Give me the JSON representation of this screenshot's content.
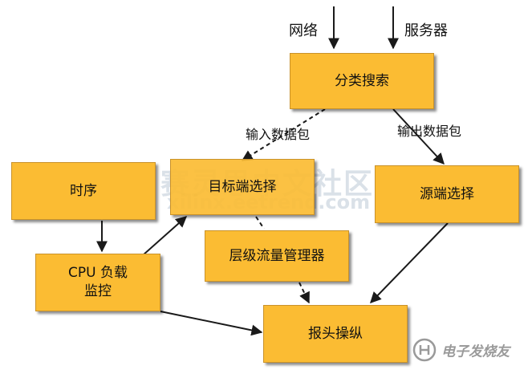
{
  "inputs": {
    "network": "网络",
    "server": "服务器"
  },
  "nodes": {
    "classify": "分类搜索",
    "timing": "时序",
    "target": "目标端选择",
    "source": "源端选择",
    "cpu_line1": "CPU 负载",
    "cpu_line2": "监控",
    "layer": "层级流量管理器",
    "header": "报头操纵"
  },
  "edge_labels": {
    "input_packet": "输入数据包",
    "output_packet": "输出数据包"
  },
  "watermarks": {
    "center_cn": "赛灵思中文社区",
    "center_url": "xilinx.eetrend.com",
    "corner": "电子发烧友"
  },
  "colors": {
    "box_fill": "#fbbc33",
    "arrow": "#1a1a1a"
  }
}
